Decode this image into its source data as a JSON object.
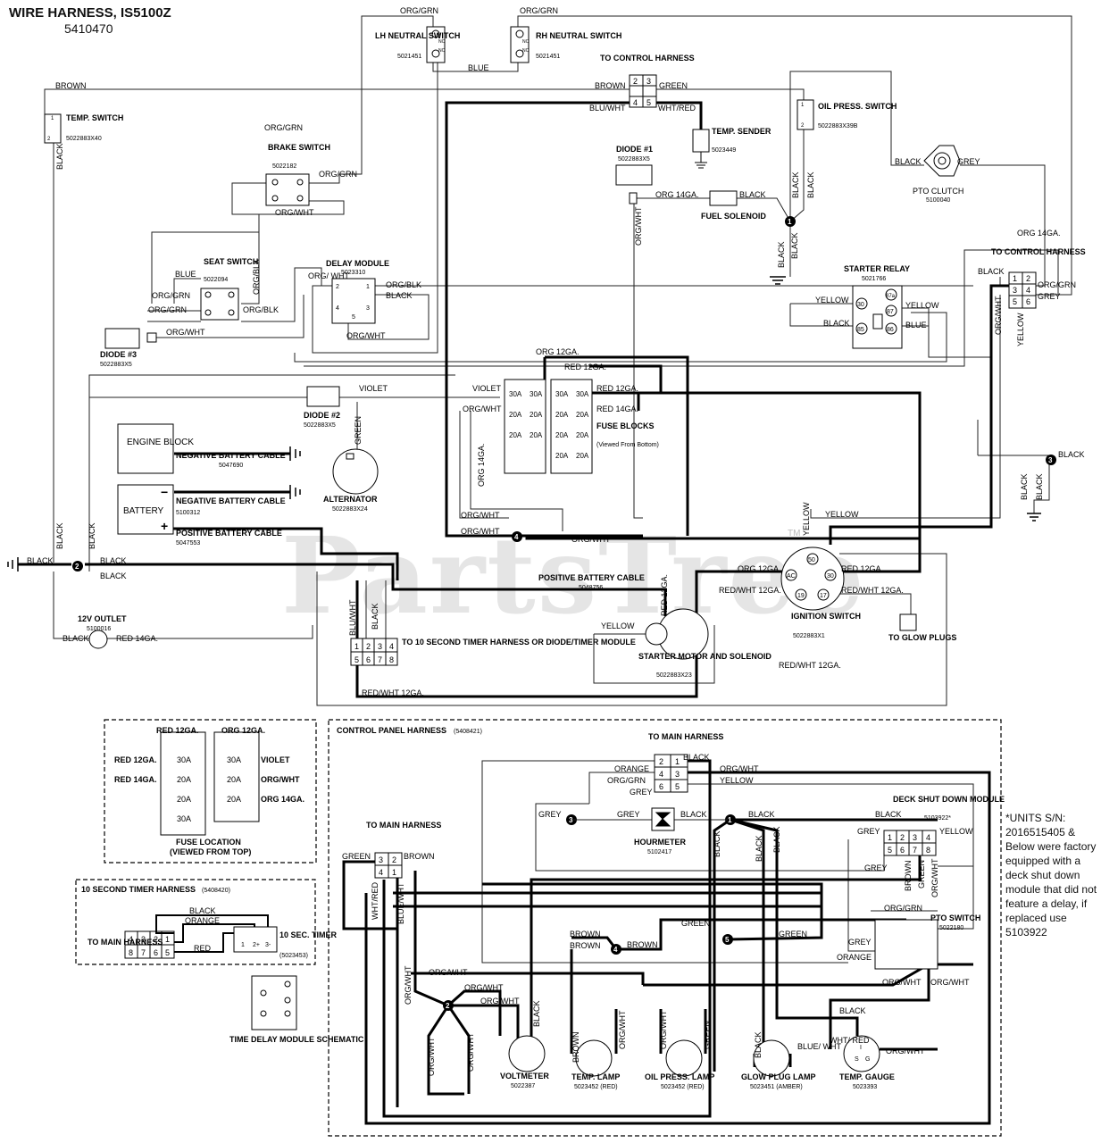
{
  "header": {
    "title": "WIRE HARNESS, IS5100Z",
    "part_number": "5410470"
  },
  "watermark": {
    "text": "PartsTree",
    "tm": "TM"
  },
  "note": "*UNITS S/N: 2016515405 & Below were factory equipped with a deck shut down module that did not feature a delay, if replaced use 5103922",
  "components": {
    "lh_neutral": {
      "name": "LH NEUTRAL SWITCH",
      "pn": "5021451"
    },
    "rh_neutral": {
      "name": "RH NEUTRAL SWITCH",
      "pn": "5021451"
    },
    "to_control_top": {
      "name": "TO CONTROL HARNESS"
    },
    "temp_switch": {
      "name": "TEMP. SWITCH",
      "pn": "5022883X40"
    },
    "brake_switch": {
      "name": "BRAKE SWITCH",
      "pn": "5022182"
    },
    "temp_sender": {
      "name": "TEMP. SENDER",
      "pn": "5023449"
    },
    "oil_press": {
      "name": "OIL PRESS. SWITCH",
      "pn": "5022883X39B"
    },
    "diode1": {
      "name": "DIODE #1",
      "pn": "5022883X5"
    },
    "fuel_solenoid": {
      "name": "FUEL SOLENOID"
    },
    "pto_clutch": {
      "name": "PTO CLUTCH",
      "pn": "5100040"
    },
    "seat_switch": {
      "name": "SEAT SWITCH",
      "pn": "5022094"
    },
    "delay_module": {
      "name": "DELAY MODULE",
      "pn": "5023310"
    },
    "starter_relay": {
      "name": "STARTER RELAY",
      "pn": "5021766"
    },
    "to_control_right": {
      "name": "TO CONTROL HARNESS"
    },
    "diode3": {
      "name": "DIODE #3",
      "pn": "5022883X5"
    },
    "diode2": {
      "name": "DIODE #2",
      "pn": "5022883X5"
    },
    "fuse_blocks": {
      "name": "FUSE BLOCKS",
      "sub": "(Viewed From Bottom)"
    },
    "engine_block": {
      "name": "ENGINE BLOCK"
    },
    "battery": {
      "name": "BATTERY",
      "pn": "5100312"
    },
    "neg_cable1": {
      "name": "NEGATIVE BATTERY CABLE",
      "pn": "5047690"
    },
    "neg_cable2": {
      "name": "NEGATIVE BATTERY CABLE"
    },
    "pos_cable1": {
      "name": "POSITIVE BATTERY CABLE",
      "pn": "5047553"
    },
    "alternator": {
      "name": "ALTERNATOR",
      "pn": "5022883X24"
    },
    "pos_cable2": {
      "name": "POSITIVE BATTERY CABLE",
      "pn": "5048756"
    },
    "outlet": {
      "name": "12V OUTLET",
      "pn": "5100016"
    },
    "timer_conn": {
      "name": "TO 10 SECOND TIMER HARNESS OR DIODE/TIMER MODULE"
    },
    "starter_motor": {
      "name": "STARTER MOTOR AND SOLENOID",
      "pn": "5022883X23"
    },
    "ignition": {
      "name": "IGNITION SWITCH",
      "pn": "5022883X1"
    },
    "glow_plugs": {
      "name": "TO GLOW PLUGS"
    },
    "fuse_location": {
      "name": "FUSE LOCATION",
      "sub": "(VIEWED FROM TOP)"
    },
    "timer_harness": {
      "name": "10 SECOND TIMER HARNESS",
      "pn": "(5408420)"
    },
    "timer_main": {
      "name": "TO MAIN HARNESS"
    },
    "timer_10": {
      "name": "10 SEC. TIMER",
      "pn": "(5023453)"
    },
    "tdm_schem": {
      "name": "TIME DELAY MODULE SCHEMATIC"
    },
    "cp_harness": {
      "name": "CONTROL PANEL HARNESS",
      "pn": "(5408421)"
    },
    "cp_main_top": {
      "name": "TO MAIN HARNESS"
    },
    "cp_main_left": {
      "name": "TO MAIN HARNESS"
    },
    "hourmeter": {
      "name": "HOURMETER",
      "pn": "5102417"
    },
    "deck_module": {
      "name": "DECK SHUT DOWN MODULE",
      "pn": "5103922*"
    },
    "pto_switch": {
      "name": "PTO SWITCH",
      "pn": "5022180"
    },
    "voltmeter": {
      "name": "VOLTMETER",
      "pn": "5022387"
    },
    "temp_lamp": {
      "name": "TEMP. LAMP",
      "pn": "5023452 (RED)"
    },
    "oil_lamp": {
      "name": "OIL PRESS. LAMP",
      "pn": "5023452 (RED)"
    },
    "glow_lamp": {
      "name": "GLOW PLUG LAMP",
      "pn": "5023451 (AMBER)"
    },
    "temp_gauge": {
      "name": "TEMP. GAUGE",
      "pn": "5023393"
    }
  },
  "wire_labels": [
    "ORG/GRN",
    "ORG/GRN",
    "BLUE",
    "BROWN",
    "BROWN",
    "GREEN",
    "BLU/WHT",
    "WHT/RED",
    "BLACK",
    "GREY",
    "BLACK",
    "ORG 14GA.",
    "BLACK",
    "BLACK",
    "BLACK",
    "BLACK",
    "ORG/WHT",
    "ORG/GRN",
    "ORG/GRN",
    "ORG/WHT",
    "BLUE",
    "ORG/BLK",
    "ORG/GRN",
    "ORG/GRN",
    "ORG/BLK",
    "ORG/ WHT",
    "ORG/BLK",
    "BLACK",
    "ORG/WHT",
    "ORG/WHT",
    "YELLOW",
    "BLACK",
    "YELLOW",
    "BLUE",
    "ORG 14GA.",
    "BLACK",
    "ORG/GRN",
    "GREY",
    "ORG/WHT",
    "YELLOW",
    "VIOLET",
    "GREEN",
    "ORG 12GA.",
    "RED 12GA.",
    "VIOLET",
    "RED 12GA.",
    "ORG/WHT",
    "RED 14GA.",
    "ORG 14GA.",
    "ORG/WHT",
    "ORG/WHT",
    "ORG/WHT",
    "YELLOW",
    "YELLOW",
    "BLACK",
    "BLACK",
    "BLACK",
    "BLACK",
    "BLACK",
    "BLACK",
    "ORG 12GA.",
    "RED 12GA.",
    "RED/WHT 12GA.",
    "RED/WHT 12GA.",
    "RED 12GA.",
    "YELLOW",
    "BLU/WHT",
    "BLACK",
    "BLACK",
    "RED 14GA.",
    "RED/WHT 12GA.",
    "RED/WHT 12GA."
  ],
  "fuse_left_col": [
    "30A",
    "20A",
    "20A",
    "30A",
    "20A",
    "20A"
  ],
  "fuse_right_col": [
    "30A",
    "30A",
    "20A",
    "20A",
    "20A",
    "20A",
    "20A",
    "20A"
  ],
  "fuse_loc": {
    "left": [
      "30A",
      "20A",
      "20A",
      "30A"
    ],
    "right": [
      "30A",
      "20A",
      "20A"
    ],
    "labels_left": [
      "RED 12GA.",
      "RED 12GA.",
      "RED 14GA."
    ],
    "labels_right": [
      "ORG 12GA.",
      "VIOLET",
      "ORG/WHT",
      "ORG 14GA."
    ]
  },
  "timer_labels": [
    "BLACK",
    "ORANGE",
    "RED"
  ],
  "timer_pins": [
    "1",
    "2+",
    "3-"
  ],
  "cp_wire_labels": [
    "BLACK",
    "ORANGE",
    "ORG/GRN",
    "GREY",
    "ORG/WHT",
    "YELLOW",
    "GREY",
    "GREY",
    "BLACK",
    "BLACK",
    "BLACK",
    "BLACK",
    "BLACK",
    "BLACK",
    "GREY",
    "YELLOW",
    "GREEN",
    "BROWN",
    "WHT/RED",
    "BLUE/WHT",
    "GREY",
    "BROWN",
    "GREEN",
    "ORG/WHT",
    "ORG/GRN",
    "GREEN",
    "BROWN",
    "BROWN",
    "BROWN",
    "GREEN",
    "GREY",
    "ORANGE",
    "ORG/WHT",
    "ORG/WHT",
    "ORG/WHT",
    "ORG/WHT",
    "ORG/WHT",
    "ORG/WHT",
    "BLACK",
    "BROWN",
    "ORG/WHT",
    "ORG/WHT",
    "GREEN",
    "BLACK",
    "BLUE/ WHT",
    "BLACK",
    "WHT/ RED",
    "ORG/WHT",
    "ORG/WHT",
    "ORG/WHT"
  ],
  "nodes": [
    "1",
    "2",
    "3",
    "4",
    "1",
    "2",
    "3",
    "4",
    "5"
  ],
  "connector_pins": {
    "to_control_top": [
      "2",
      "3",
      "4",
      "5"
    ],
    "to_control_right": [
      "1",
      "2",
      "3",
      "4",
      "5",
      "6"
    ],
    "timer_conn": [
      "1",
      "2",
      "3",
      "4",
      "5",
      "6",
      "7",
      "8"
    ],
    "timer_harness": [
      "4",
      "3",
      "2",
      "1",
      "8",
      "7",
      "6",
      "5"
    ],
    "cp_main_top": [
      "2",
      "1",
      "4",
      "3",
      "6",
      "5"
    ],
    "cp_main_left": [
      "3",
      "2",
      "4",
      "1"
    ],
    "deck": [
      "1",
      "2",
      "3",
      "4",
      "5",
      "6",
      "7",
      "8"
    ]
  },
  "ignition_pins": [
    "50",
    "30",
    "AC",
    "19",
    "17"
  ],
  "relay_pins": [
    "30",
    "87a",
    "87",
    "85",
    "86"
  ],
  "gauge_pins": [
    "I",
    "S",
    "G"
  ],
  "delay_pins": [
    "2",
    "1",
    "4",
    "3",
    "5"
  ],
  "switch_pin_labels": [
    "1",
    "2",
    "1",
    "2",
    "NO",
    "NC",
    "NO",
    "NC"
  ]
}
